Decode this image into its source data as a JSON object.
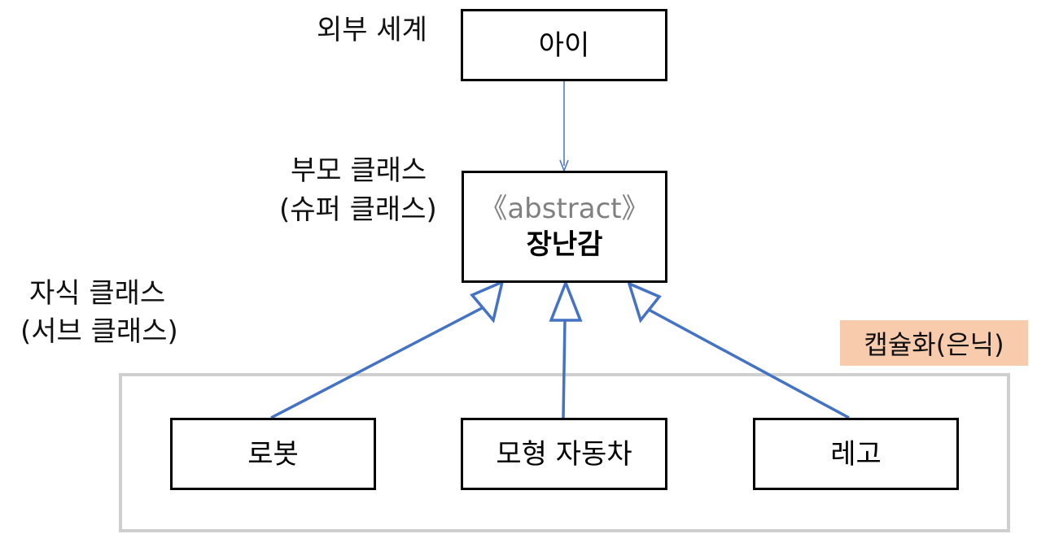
{
  "labels": {
    "outside_world": "외부 세계",
    "parent_class_line1": "부모 클래스",
    "parent_class_line2": "(슈퍼 클래스)",
    "child_class_line1": "자식 클래스",
    "child_class_line2": "(서브 클래스)"
  },
  "nodes": {
    "child": "아이",
    "toy_stereotype": "《abstract》",
    "toy": "장난감",
    "robot": "로봇",
    "model_car": "모형 자동차",
    "lego": "레고"
  },
  "encapsulation_tag": "캡슐화(은닉)",
  "colors": {
    "inheritance_line": "#4472c4",
    "group_border": "#cfcfcf",
    "tag_background": "#f8cbad",
    "stereotype_text": "#808080",
    "box_border": "#000000"
  }
}
